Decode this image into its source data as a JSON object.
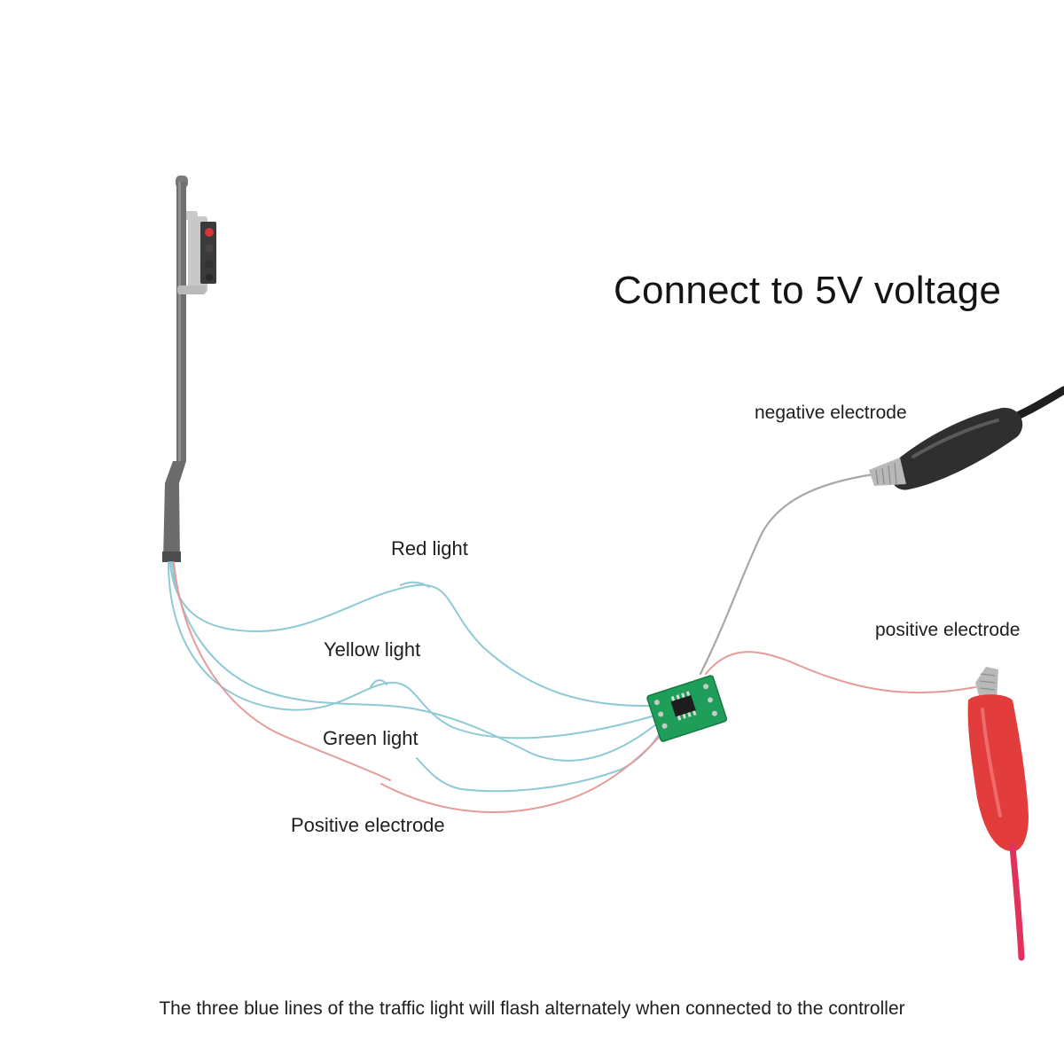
{
  "heading": "Connect to 5V voltage",
  "wire_labels": {
    "red_light": "Red light",
    "yellow_light": "Yellow light",
    "green_light": "Green light",
    "positive_electrode_left": "Positive electrode"
  },
  "clip_labels": {
    "negative": "negative electrode",
    "positive": "positive electrode"
  },
  "caption": "The three blue lines of the traffic light will flash alternately when connected to the controller",
  "colors": {
    "blue_wire": "#8ec9d6",
    "red_wire": "#e79a9a",
    "grey_wire": "#a7a7a7",
    "pole": "#6f7070",
    "pcb": "#1f9e5a",
    "red_clip": "#e23c3c",
    "black_clip": "#2f2f2f",
    "text": "#1e1e1e"
  }
}
